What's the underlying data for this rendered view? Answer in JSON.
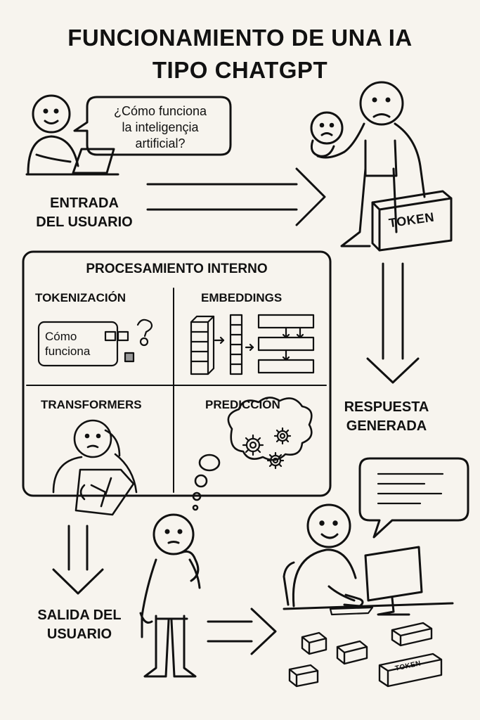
{
  "title": {
    "line1": "FUNCIONAMIENTO DE UNA IA",
    "line2": "TIPO CHATGPT"
  },
  "user_question": {
    "line1": "¿Cómo funciona",
    "line2": "la inteligençia",
    "line3": "artificial?"
  },
  "labels": {
    "input_line1": "ENTRADA",
    "input_line2": "DEL USUARIO",
    "response_line1": "RESPUESTA",
    "response_line2": "GENERADA",
    "output_line1": "SALIDA DEL",
    "output_line2": "USUARIO"
  },
  "token_box_label": "TOKEN",
  "token_small_label": "TOKEN",
  "processing": {
    "title": "PROCESAMIENTO  INTERNO",
    "tokenization": "TOKENIZACIÓN",
    "embeddings": "EMBEDDINGS",
    "transformers": "TRANSFORMERS",
    "prediction": "PREDICCIÓN",
    "token_example_line1": "Cómo",
    "token_example_line2": "funciona"
  },
  "icons": [
    "thought-bubble-icon",
    "gear-icon",
    "arrow-right-icon",
    "arrow-down-icon",
    "computer-icon",
    "token-block-icon"
  ]
}
